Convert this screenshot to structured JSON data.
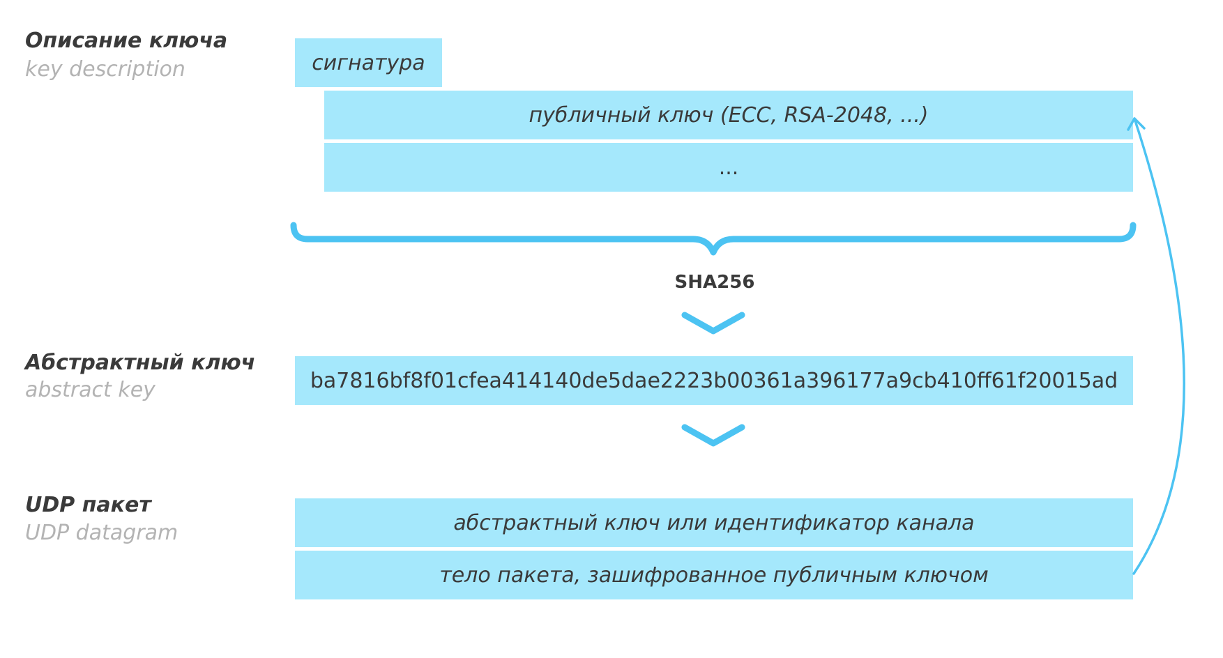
{
  "sections": {
    "key_description": {
      "title": "Описание ключа",
      "subtitle": "key description"
    },
    "abstract_key": {
      "title": "Абстрактный ключ",
      "subtitle": "abstract key"
    },
    "udp_packet": {
      "title": "UDP пакет",
      "subtitle": "UDP datagram"
    }
  },
  "key_description_boxes": {
    "signature": "сигнатура",
    "public_key": "публичный ключ (ECC, RSA-2048, ...)",
    "ellipsis": "..."
  },
  "hash_label": "SHA256",
  "abstract_key_value": "ba7816bf8f01cfea414140de5dae2223b00361a396177a9cb410ff61f20015ad",
  "udp_boxes": {
    "key_or_channel": "абстрактный ключ или идентификатор канала",
    "body": "тело пакета, зашифрованное публичным ключом"
  },
  "colors": {
    "box_fill": "#a5e8fc",
    "connector": "#4cc3f2",
    "title_text": "#3a3a3a",
    "subtitle_text": "#b3b3b3"
  }
}
